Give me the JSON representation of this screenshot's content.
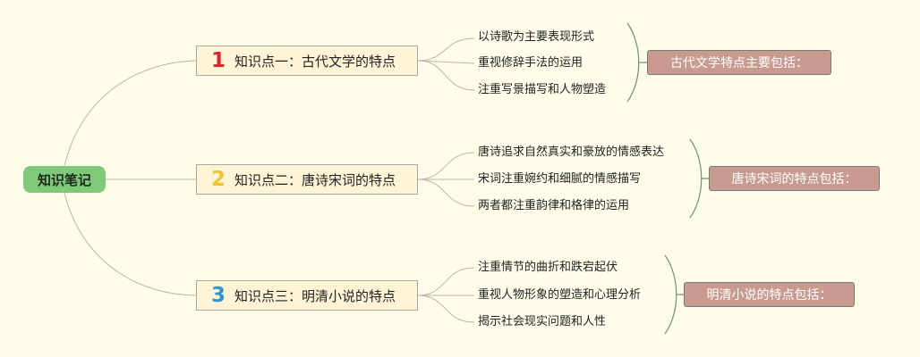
{
  "root": {
    "label": "知识笔记"
  },
  "topics": [
    {
      "number": "1",
      "color": "#d9262c",
      "label": "知识点一：古代文学的特点",
      "items": [
        "以诗歌为主要表现形式",
        "重视修辞手法的运用",
        "注重写景描写和人物塑造"
      ],
      "summary": "古代文学特点主要包括："
    },
    {
      "number": "2",
      "color": "#f2c530",
      "label": "知识点二：唐诗宋词的特点",
      "items": [
        "唐诗追求自然真实和豪放的情感表达",
        "宋词注重婉约和细腻的情感描写",
        "两者都注重韵律和格律的运用"
      ],
      "summary": "唐诗宋词的特点包括："
    },
    {
      "number": "3",
      "color": "#2f95d0",
      "label": "知识点三：明清小说的特点",
      "items": [
        "注重情节的曲折和跌宕起伏",
        "重视人物形象的塑造和心理分析",
        "揭示社会现实问题和人性"
      ],
      "summary": "明清小说的特点包括："
    }
  ]
}
